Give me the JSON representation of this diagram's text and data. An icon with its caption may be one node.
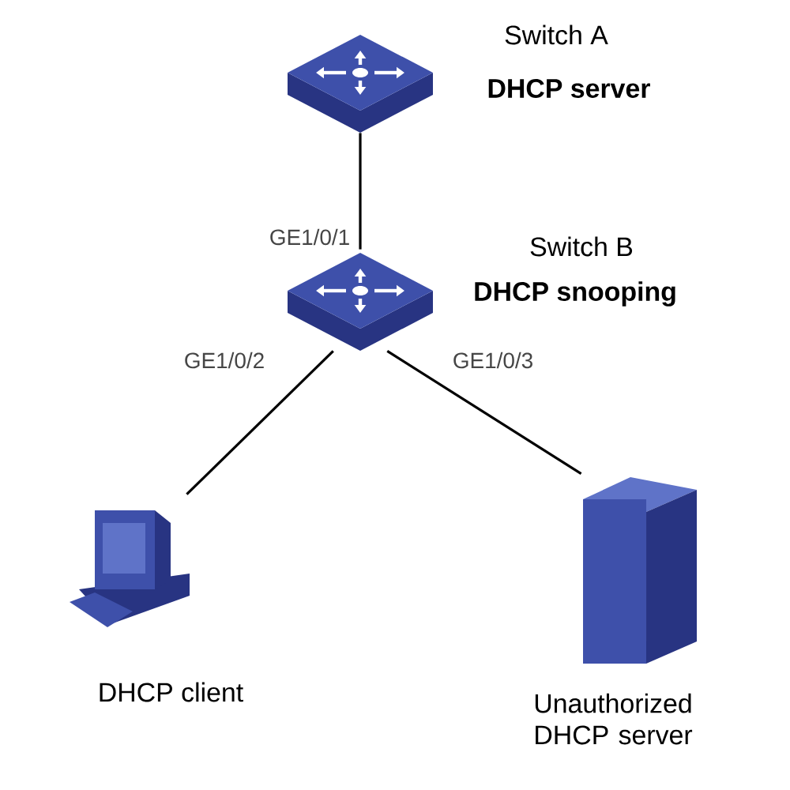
{
  "diagram": {
    "nodes": [
      {
        "text": [],
        "shape": "picture",
        "beside": [
          "Switch A",
          "**DHCP server**"
        ]
      },
      {
        "text": [],
        "shape": "picture",
        "beside": [
          "Switch B",
          "**DHCP snooping**"
        ]
      },
      {
        "text": [],
        "shape": "picture",
        "beside": [
          "DHCP client"
        ]
      },
      {
        "text": [],
        "shape": "picture",
        "beside": [
          "Unauthorized DHCP server"
        ]
      }
    ],
    "edges": [
      {
        "from": 0,
        "to": 1,
        "arrow": "none",
        "label": "GE1/0/1"
      },
      {
        "from": 1,
        "to": 2,
        "arrow": "none",
        "label": "GE1/0/2"
      },
      {
        "from": 1,
        "to": 3,
        "arrow": "none",
        "label": "GE1/0/3"
      }
    ]
  }
}
